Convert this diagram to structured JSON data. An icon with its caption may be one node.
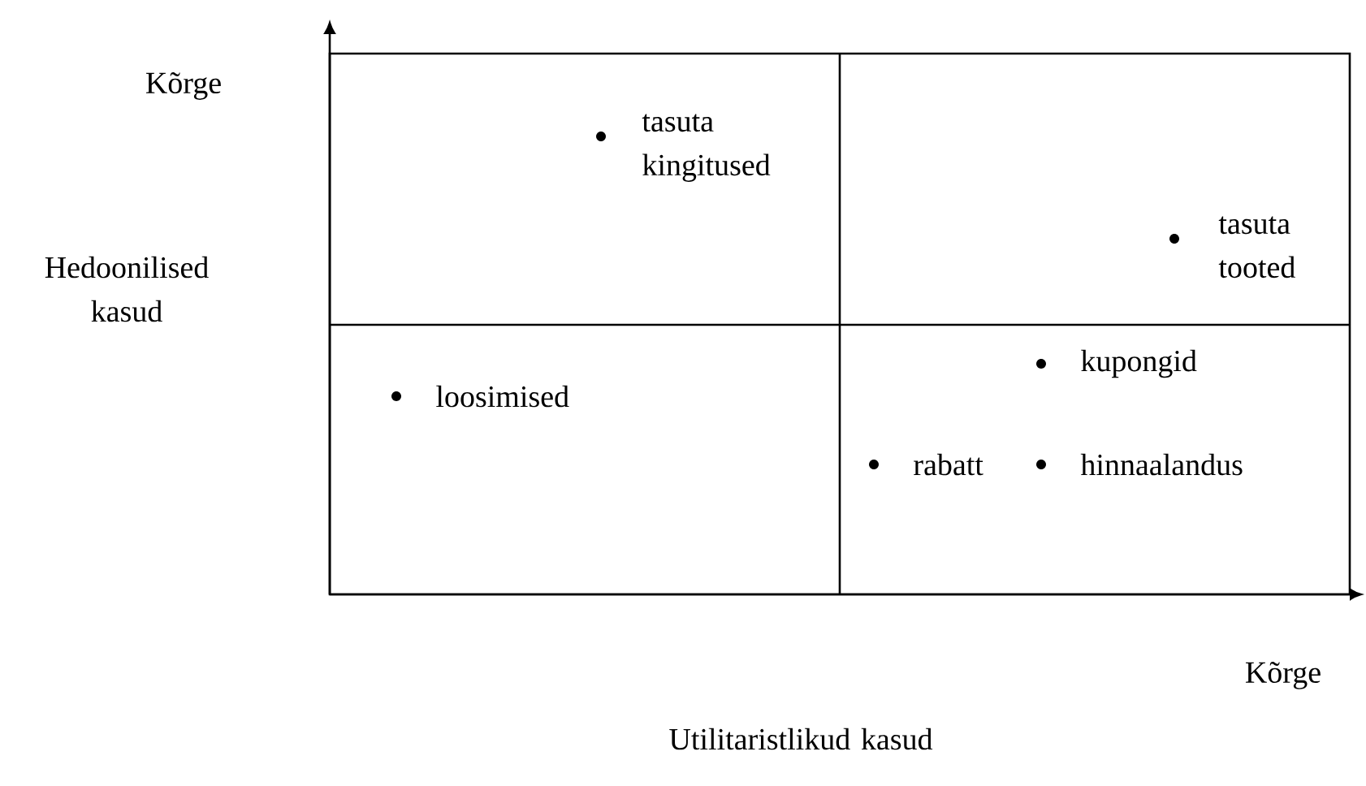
{
  "diagram": {
    "labels": [
      "Kõrge",
      "tasuta kingitused",
      "Hedoonilised kasud",
      "tasuta tooted",
      "kupongid",
      "loosimised",
      "rabatt",
      "hinnaalandus",
      "Kõrge",
      "Utilitaristlikud kasud"
    ]
  }
}
